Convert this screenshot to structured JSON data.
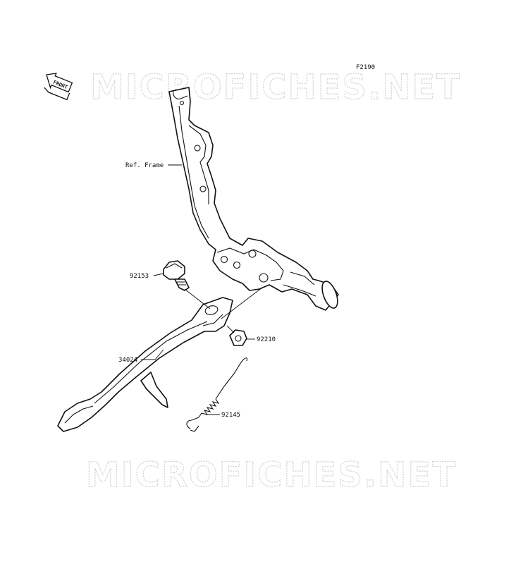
{
  "diagram": {
    "code": "F2190",
    "front_badge": "FRONT",
    "watermark_text": "MICROFICHES.NET",
    "callouts": {
      "frame": "Ref. Frame",
      "bolt": "92153",
      "nut": "92210",
      "stand": "34024",
      "spring": "92145"
    }
  },
  "colors": {
    "line": "#111111",
    "watermark": "#cfcfcf",
    "background": "#ffffff"
  }
}
